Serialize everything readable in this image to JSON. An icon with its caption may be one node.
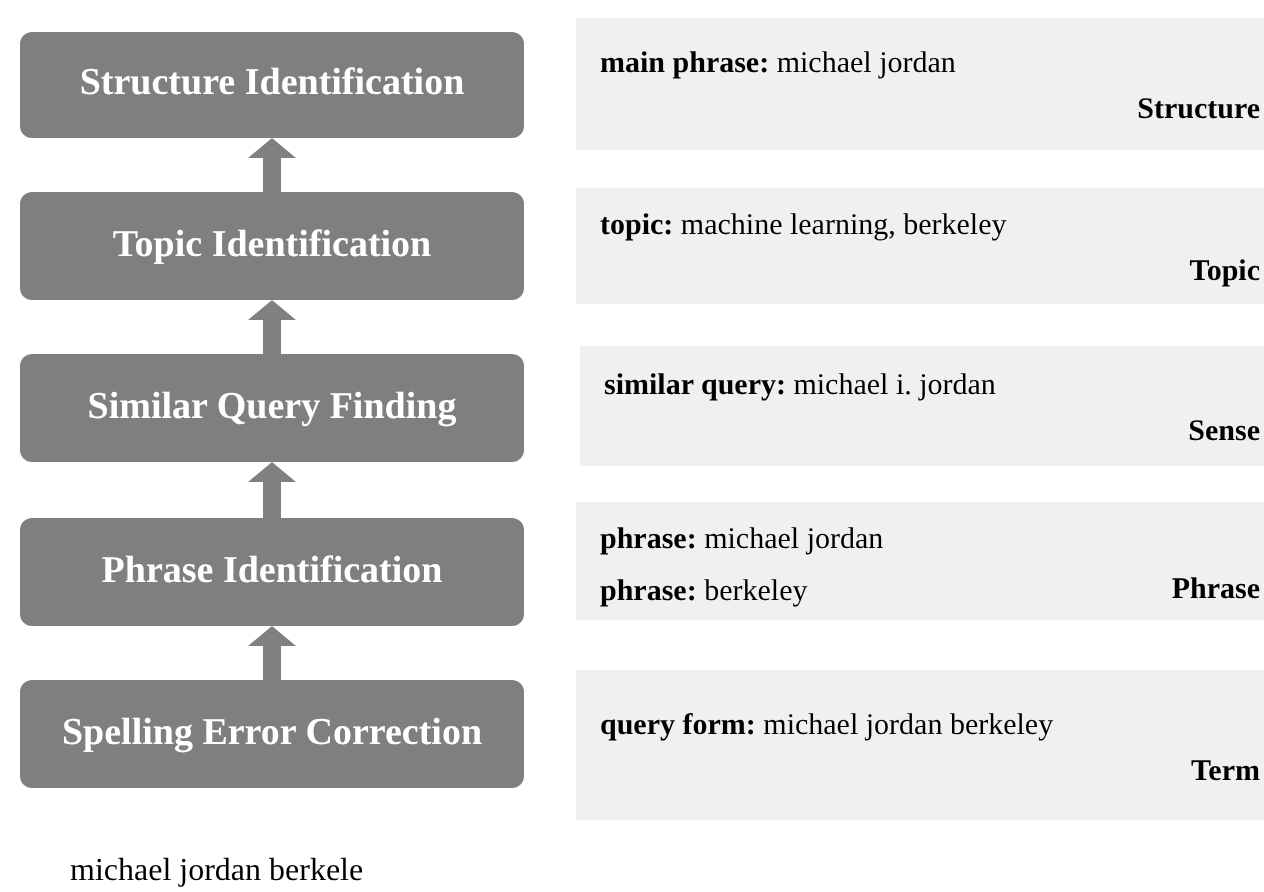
{
  "diagram": {
    "nodes": [
      {
        "text": [
          "Structure Identification"
        ]
      },
      {
        "text": [
          "Topic Identification"
        ]
      },
      {
        "text": [
          "Similar Query Finding"
        ]
      },
      {
        "text": [
          "Phrase Identification"
        ]
      },
      {
        "text": [
          "Spelling Error Correction"
        ]
      },
      {
        "text": [
          "**main phrase:** michael jordan",
          "Structure"
        ]
      },
      {
        "text": [
          "**topic:** machine learning, berkeley",
          "Topic"
        ]
      },
      {
        "text": [
          "**similar query:** michael i. jordan",
          "Sense"
        ]
      },
      {
        "text": [
          "**phrase:** michael jordan",
          "**phrase:** berkeley",
          "Phrase"
        ]
      },
      {
        "text": [
          "**query form:** michael jordan berkeley",
          "Term"
        ]
      }
    ],
    "edges": [
      {
        "from": 4,
        "to": 3,
        "arrow": "to"
      },
      {
        "from": 3,
        "to": 2,
        "arrow": "to"
      },
      {
        "from": 2,
        "to": 1,
        "arrow": "to"
      },
      {
        "from": 1,
        "to": 0,
        "arrow": "to"
      }
    ],
    "labels": [
      "michael jordan berkele"
    ]
  }
}
